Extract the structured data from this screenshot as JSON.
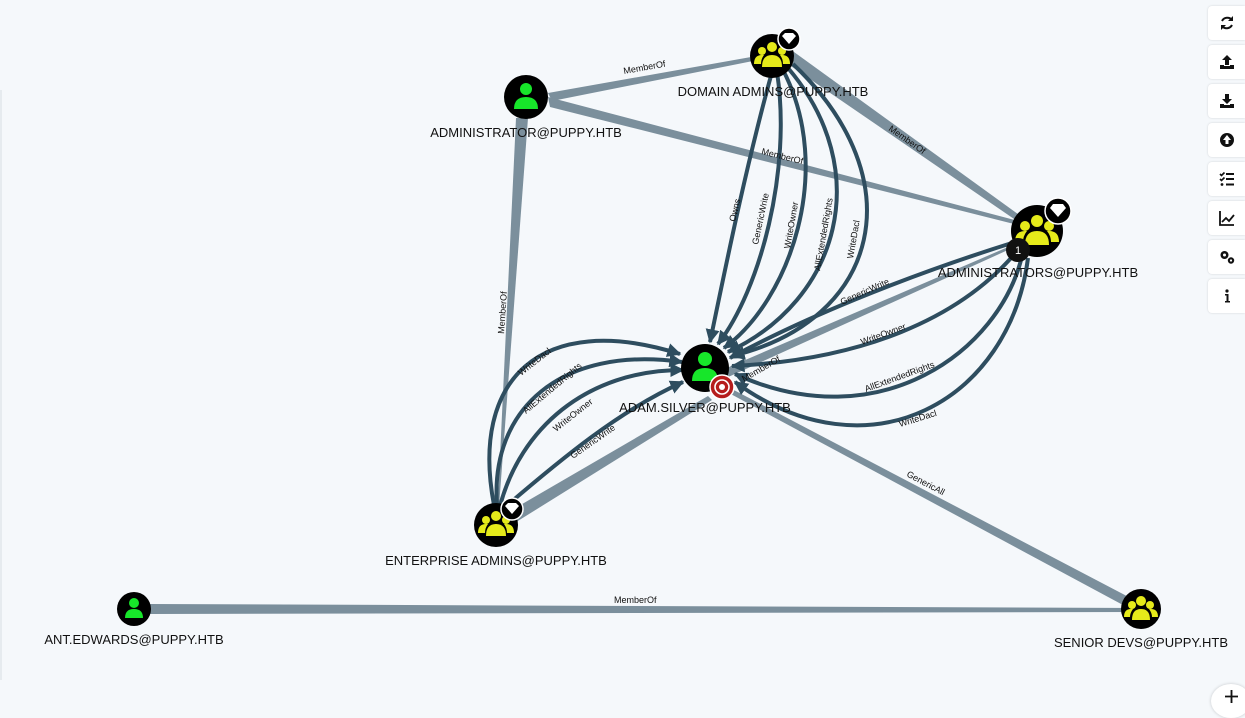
{
  "nodes": {
    "domain_admins": "DOMAIN ADMINS@PUPPY.HTB",
    "administrator": "ADMINISTRATOR@PUPPY.HTB",
    "administrators": "ADMINISTRATORS@PUPPY.HTB",
    "adam_silver": "ADAM.SILVER@PUPPY.HTB",
    "enterprise_admins": "ENTERPRISE ADMINS@PUPPY.HTB",
    "ant_edwards": "ANT.EDWARDS@PUPPY.HTB",
    "senior_devs": "SENIOR DEVS@PUPPY.HTB"
  },
  "edges": {
    "admin_to_da": "MemberOf",
    "da_to_admins": "MemberOf",
    "admin_to_admins": "MemberOf",
    "admin_to_ea": "MemberOf",
    "da_owns": "Owns",
    "da_genericwrite": "GenericWrite",
    "da_writeowner": "WriteOwner",
    "da_allextended": "AllExtendedRights",
    "da_writedacl": "WriteDacl",
    "ads_genericwrite": "GenericWrite",
    "ads_writeowner": "WriteOwner",
    "ads_allextended": "AllExtendedRights",
    "ads_writedacl": "WriteDacl",
    "adam_memberof": "MemberOf",
    "ea_writedacl": "WriteDacl",
    "ea_allextended": "AllExtendedRights",
    "ea_writeowner": "WriteOwner",
    "ea_genericwrite": "GenericWrite",
    "senior_genericall": "GenericAll",
    "ant_memberof": "MemberOf"
  },
  "badges": {
    "administrators_count": "1"
  },
  "icons": {
    "toolbar": [
      "refresh-icon",
      "upload-icon",
      "download-icon",
      "arrow-circle-up-icon",
      "list-check-icon",
      "chart-line-icon",
      "cogs-icon",
      "info-icon"
    ],
    "zoom": "plus-icon"
  },
  "colors": {
    "background": "#f5f8fb",
    "edge": "#7b8f9c",
    "edge_dark": "#2e4d5f",
    "user_icon": "#17e62a",
    "group_icon": "#e5ea1a",
    "node_bg": "#000000",
    "target_badge": "#b51c1c"
  }
}
